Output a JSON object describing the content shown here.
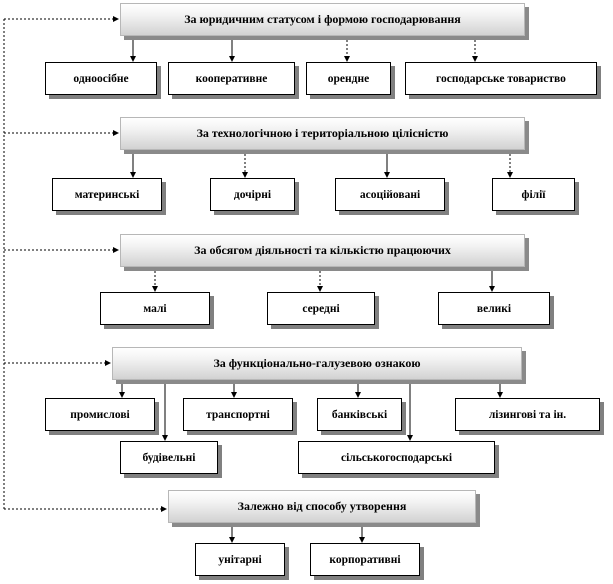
{
  "groups": [
    {
      "title": "За юридичним статусом і формою господарювання",
      "items": [
        "одноосібне",
        "кооперативне",
        "орендне",
        "господарське товариство"
      ]
    },
    {
      "title": "За технологічною і територіальною цілісністю",
      "items": [
        "материнські",
        "дочірні",
        "асоційовані",
        "філії"
      ]
    },
    {
      "title": "За обсягом діяльності та кількістю працюючих",
      "items": [
        "малі",
        "середні",
        "великі"
      ]
    },
    {
      "title": "За функціонально-галузевою ознакою",
      "items": [
        "промислові",
        "транспортні",
        "банківські",
        "лізингові та ін.",
        "будівельні",
        "сільськогосподарські"
      ]
    },
    {
      "title": "Залежно від способу утворення",
      "items": [
        "унітарні",
        "корпоративні"
      ]
    }
  ]
}
